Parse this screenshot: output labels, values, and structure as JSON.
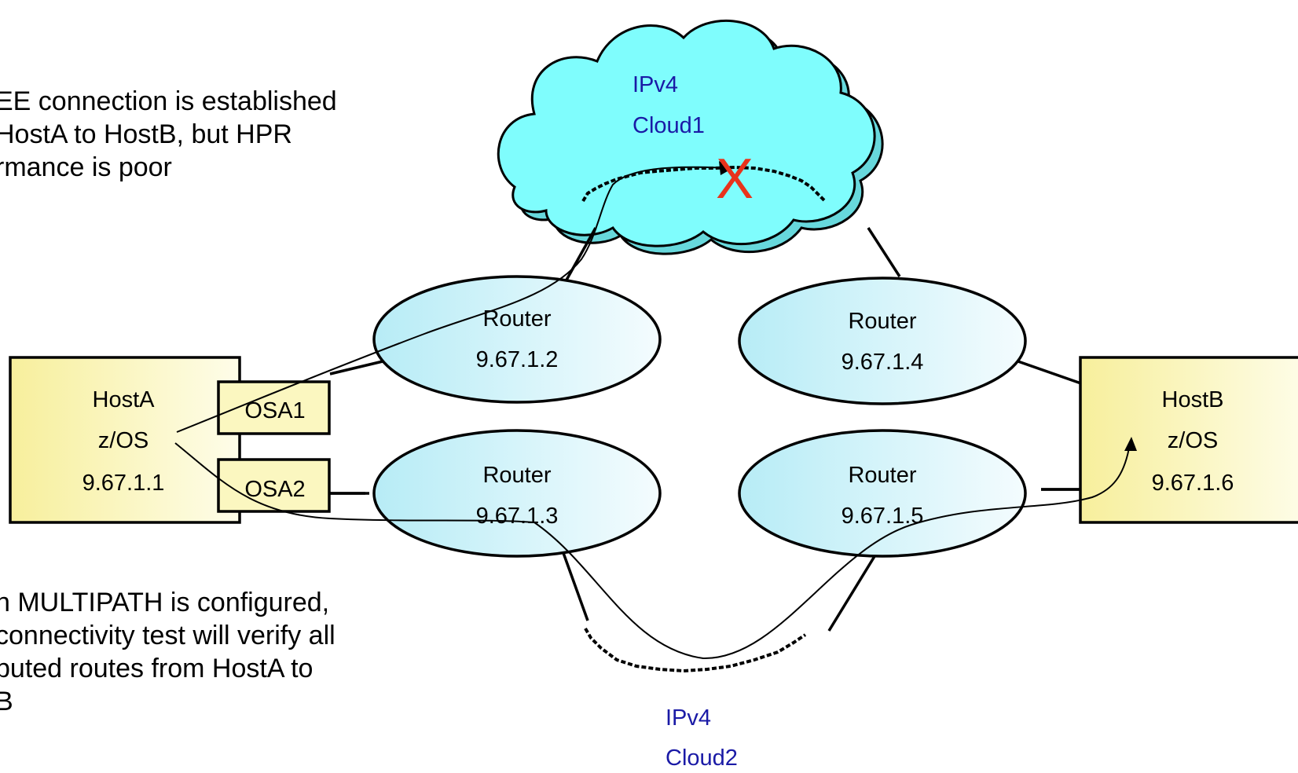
{
  "notes": {
    "top": [
      "EE connection is established",
      "HostA to HostB, but HPR",
      "rmance is poor"
    ],
    "bottom": [
      "n MULTIPATH is configured,",
      "connectivity test will verify all",
      "buted routes from HostA to",
      "B"
    ]
  },
  "clouds": {
    "cloud1": [
      "IPv4",
      "Cloud1"
    ],
    "cloud2": [
      "IPv4",
      "Cloud2"
    ],
    "failure_mark": "X"
  },
  "routers": {
    "r2": [
      "Router",
      "9.67.1.2"
    ],
    "r3": [
      "Router",
      "9.67.1.3"
    ],
    "r4": [
      "Router",
      "9.67.1.4"
    ],
    "r5": [
      "Router",
      "9.67.1.5"
    ]
  },
  "hosts": {
    "hostA": [
      "HostA",
      "z/OS",
      "9.67.1.1"
    ],
    "hostB": [
      "HostB",
      "z/OS",
      "9.67.1.6"
    ]
  },
  "adapters": {
    "osa1": "OSA1",
    "osa2": "OSA2"
  },
  "colors": {
    "cloud_fill": "#7ffdfd",
    "cloud_shadow": "#67d8dc",
    "router_fill": "#dcf6fa",
    "host_fill": "#fbf7c0",
    "cloud_text": "#1a1aa6",
    "failure": "#e8331c"
  }
}
